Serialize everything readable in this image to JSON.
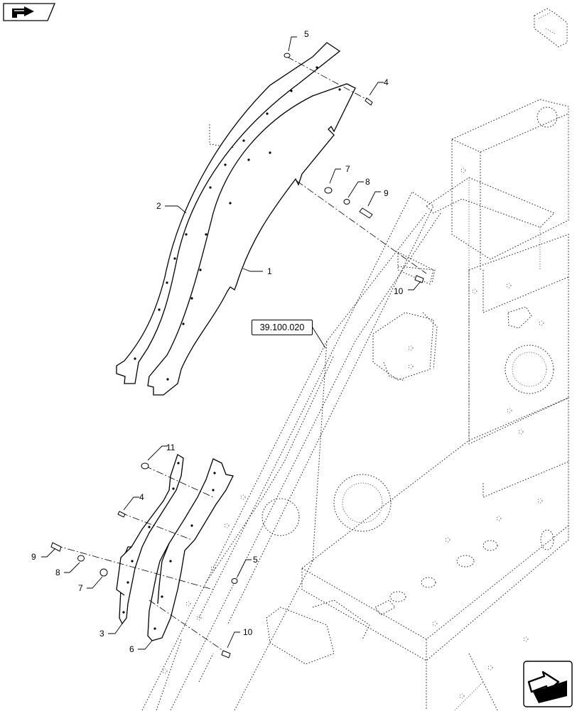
{
  "diagram": {
    "reference_label": "39.100.020",
    "callouts": [
      {
        "id": "c1",
        "text": "1"
      },
      {
        "id": "c2",
        "text": "2"
      },
      {
        "id": "c3",
        "text": "3"
      },
      {
        "id": "c4a",
        "text": "4"
      },
      {
        "id": "c4b",
        "text": "4"
      },
      {
        "id": "c5a",
        "text": "5"
      },
      {
        "id": "c5b",
        "text": "5"
      },
      {
        "id": "c6",
        "text": "6"
      },
      {
        "id": "c7a",
        "text": "7"
      },
      {
        "id": "c7b",
        "text": "7"
      },
      {
        "id": "c8a",
        "text": "8"
      },
      {
        "id": "c8b",
        "text": "8"
      },
      {
        "id": "c9a",
        "text": "9"
      },
      {
        "id": "c9b",
        "text": "9"
      },
      {
        "id": "c10a",
        "text": "10"
      },
      {
        "id": "c10b",
        "text": "10"
      },
      {
        "id": "c11",
        "text": "11"
      }
    ]
  },
  "navigation": {
    "prev_icon": "back-arrow-icon",
    "next_icon": "next-arrow-icon"
  }
}
